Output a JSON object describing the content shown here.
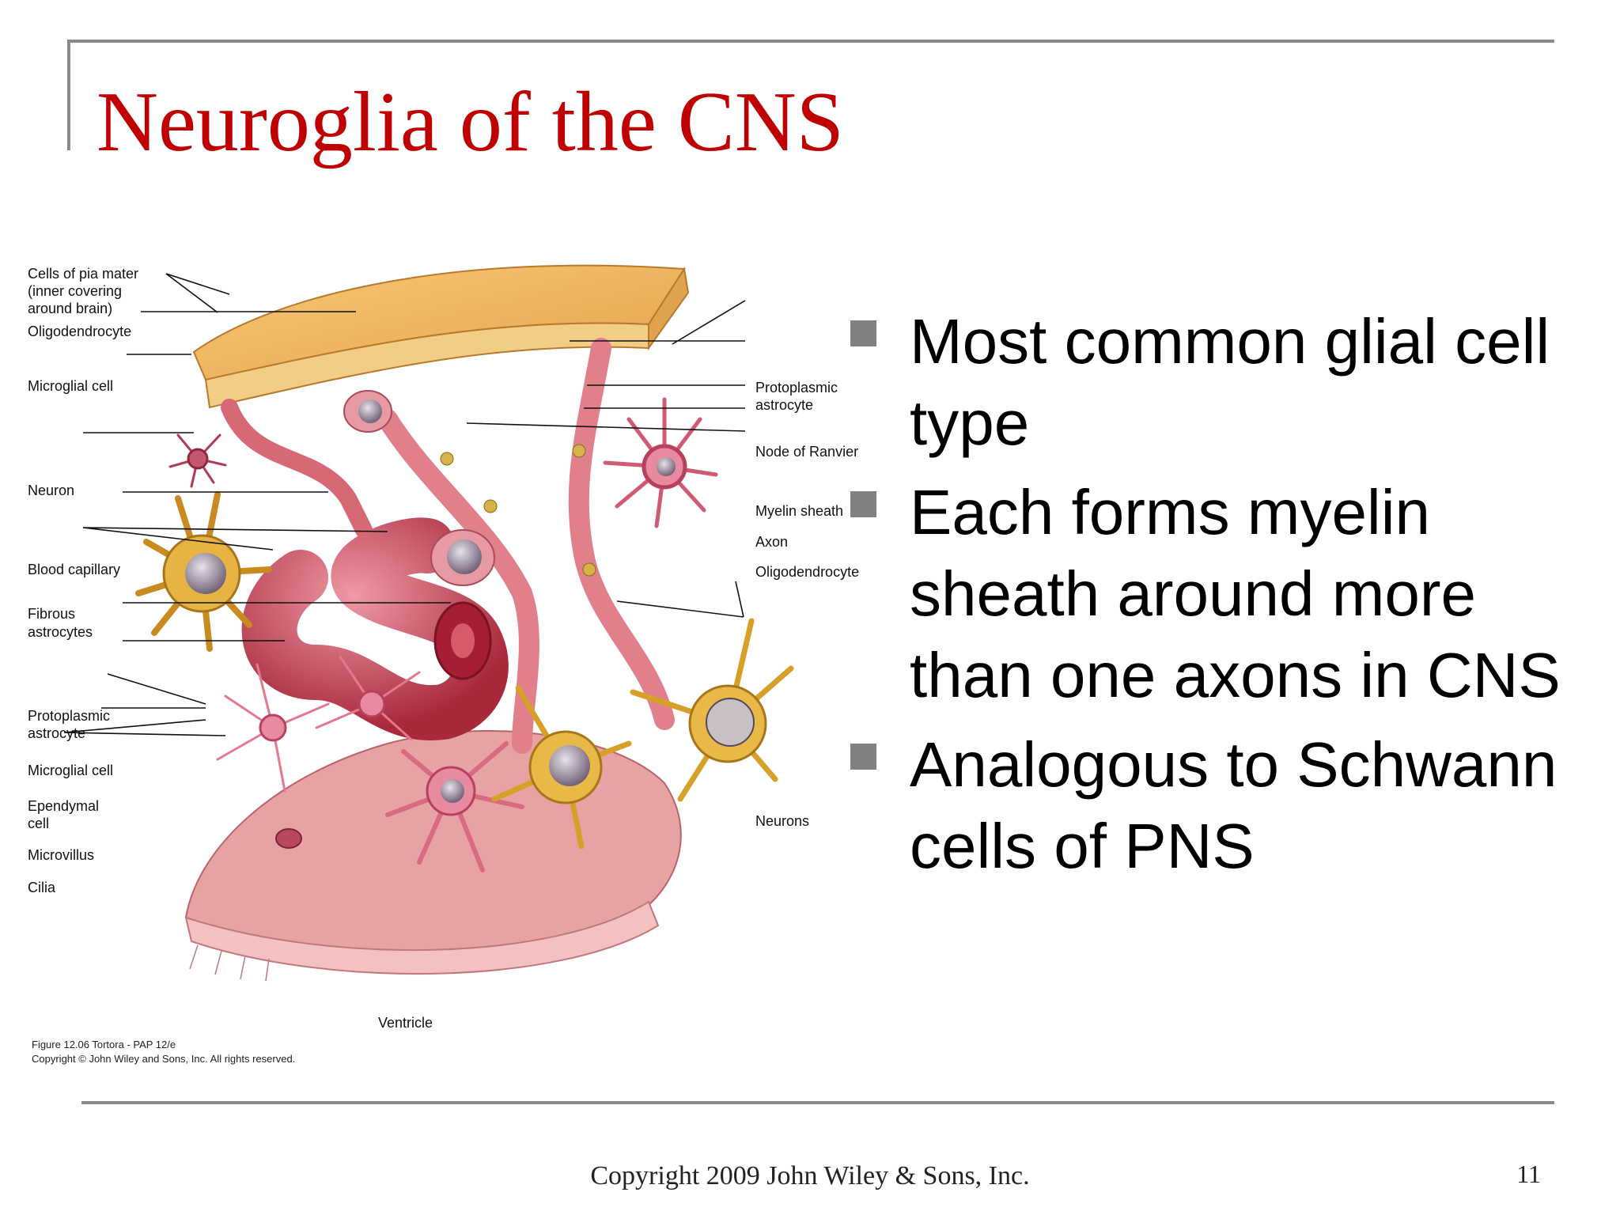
{
  "slide": {
    "title": "Neuroglia of the CNS",
    "bullets": [
      "Most common glial cell type",
      "Each forms myelin sheath around more than one axons in CNS",
      "Analogous to Schwann cells of PNS"
    ],
    "footer": "Copyright 2009 John Wiley & Sons, Inc.",
    "page_number": "11"
  },
  "figure": {
    "labels_left": [
      "Cells of pia mater",
      "(inner covering",
      "around brain)",
      "Oligodendrocyte",
      "Microglial cell",
      "Neuron",
      "Blood capillary",
      "Fibrous",
      "astrocytes",
      "Protoplasmic",
      "astrocyte",
      "Microglial cell",
      "Ependymal",
      "cell",
      "Microvillus",
      "Cilia"
    ],
    "labels_right": [
      "Protoplasmic",
      "astrocyte",
      "Node of Ranvier",
      "Myelin sheath",
      "Axon",
      "Oligodendrocyte",
      "Neurons"
    ],
    "bottom_label": "Ventricle",
    "credit": [
      "Figure 12.06  Tortora - PAP 12/e",
      "Copyright © John Wiley and Sons, Inc. All rights reserved."
    ]
  },
  "colors": {
    "title": "#c00000",
    "frame": "#8a8a8a",
    "bullet_marker": "#808080",
    "pia_mater": "#f0b860",
    "capillary": "#c83a50",
    "cell_body": "#e09890",
    "ependymal": "#f3c2c0"
  }
}
